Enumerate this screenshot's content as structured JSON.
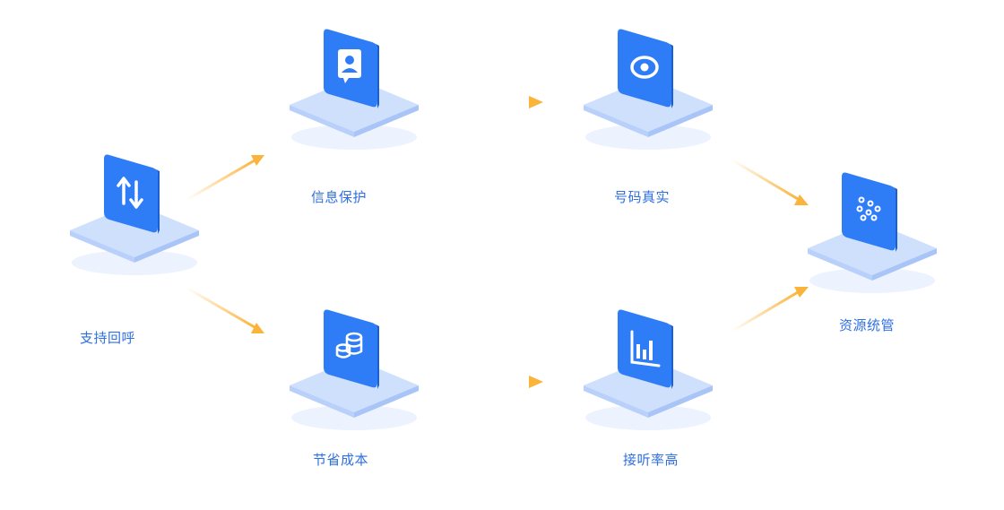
{
  "colors": {
    "accent": "#2f7df6",
    "accent_light": "#5aa2ff",
    "platform": "#cfe0fd",
    "label": "#2f6fe0",
    "arrow": "#fbb43a"
  },
  "nodes": [
    {
      "id": "callback",
      "label": "支持回呼",
      "icon": "swap-arrows-icon"
    },
    {
      "id": "privacy",
      "label": "信息保护",
      "icon": "contact-card-icon"
    },
    {
      "id": "real-number",
      "label": "号码真实",
      "icon": "eye-icon"
    },
    {
      "id": "cost",
      "label": "节省成本",
      "icon": "coin-stack-icon"
    },
    {
      "id": "answer-rate",
      "label": "接听率高",
      "icon": "bar-chart-icon"
    },
    {
      "id": "resource",
      "label": "资源统管",
      "icon": "dots-grid-icon"
    }
  ],
  "edges": [
    {
      "from": "callback",
      "to": "privacy"
    },
    {
      "from": "callback",
      "to": "cost"
    },
    {
      "from": "privacy",
      "to": "real-number"
    },
    {
      "from": "cost",
      "to": "answer-rate"
    },
    {
      "from": "real-number",
      "to": "resource"
    },
    {
      "from": "answer-rate",
      "to": "resource"
    }
  ]
}
